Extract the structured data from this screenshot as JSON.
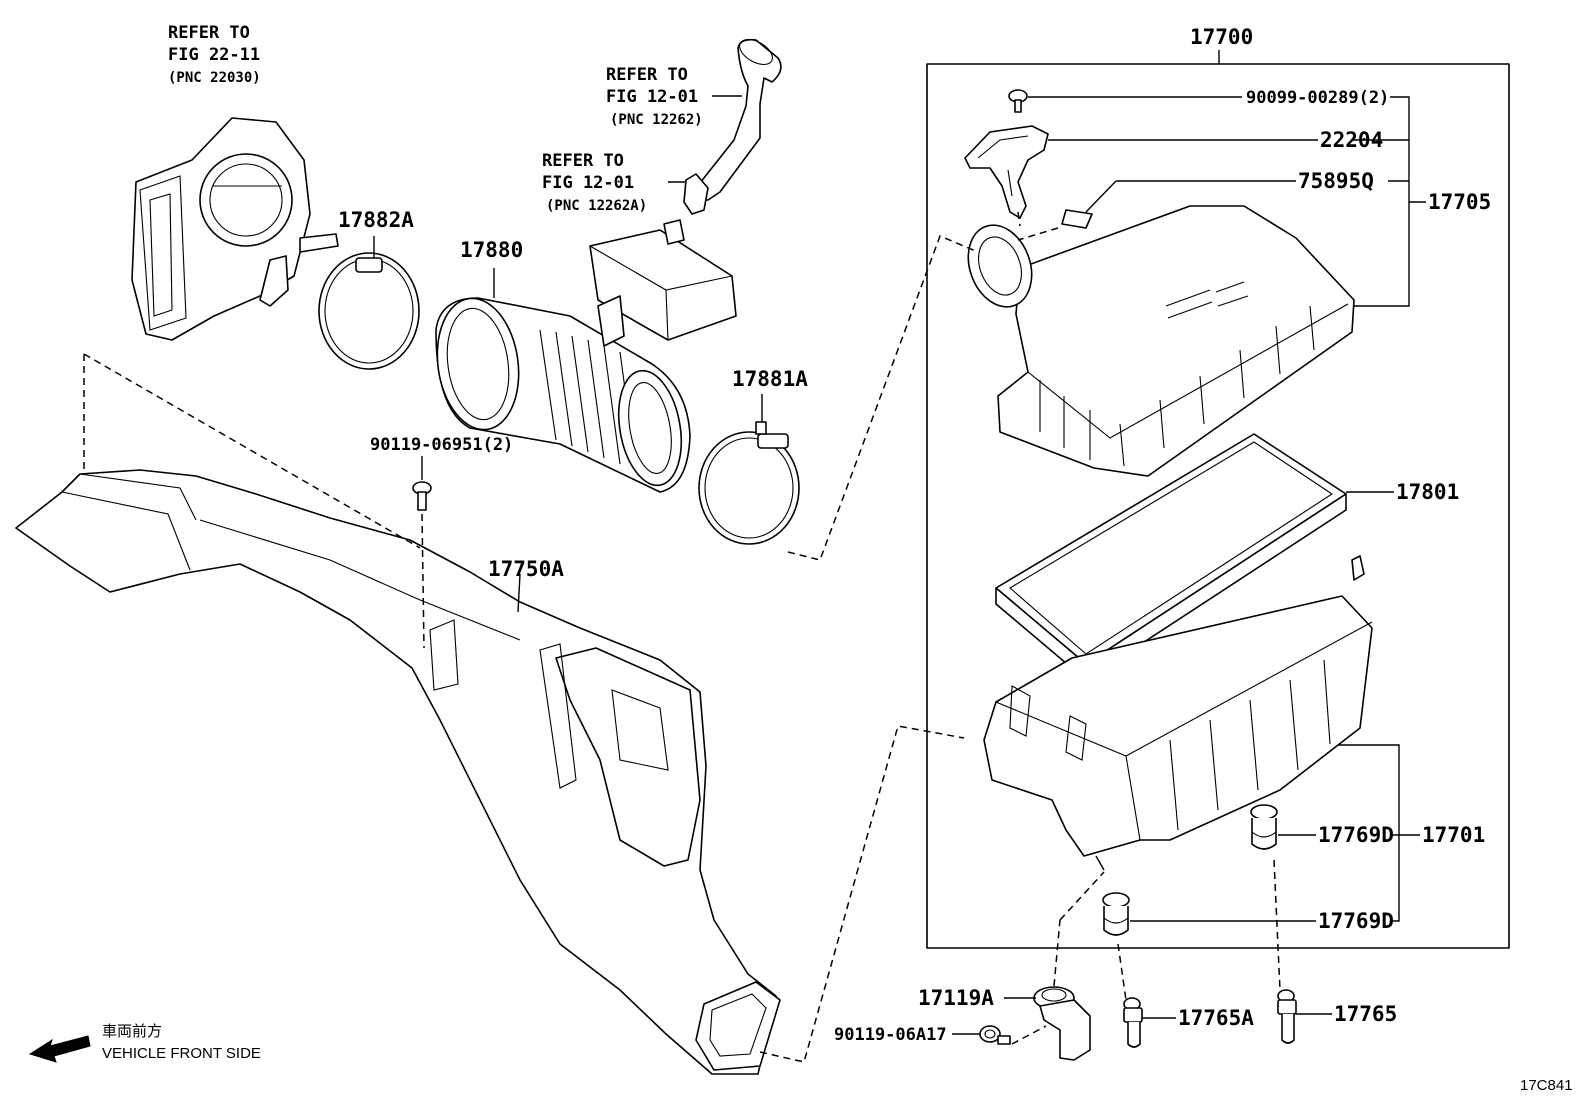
{
  "refs": [
    {
      "line1": "REFER TO",
      "line2": "FIG 22-11",
      "line3": "(PNC 22030)"
    },
    {
      "line1": "REFER TO",
      "line2": "FIG 12-01",
      "line3": "(PNC 12262)"
    },
    {
      "line1": "REFER TO",
      "line2": "FIG 12-01",
      "line3": "(PNC 12262A)"
    }
  ],
  "labels": {
    "p17700": "17700",
    "p90099": "90099-00289(2)",
    "p22204": "22204",
    "p75895": "75895Q",
    "p17705": "17705",
    "p17882": "17882A",
    "p17880": "17880",
    "p17881": "17881A",
    "p90119a": "90119-06951(2)",
    "p17750": "17750A",
    "p17801": "17801",
    "p17769a": "17769D",
    "p17701": "17701",
    "p17769b": "17769D",
    "p17119": "17119A",
    "p17765a": "17765A",
    "p17765": "17765",
    "p90119b": "90119-06A17"
  },
  "note": {
    "jp": "車両前方",
    "en": "VEHICLE FRONT SIDE"
  },
  "figure_id": "17C841"
}
